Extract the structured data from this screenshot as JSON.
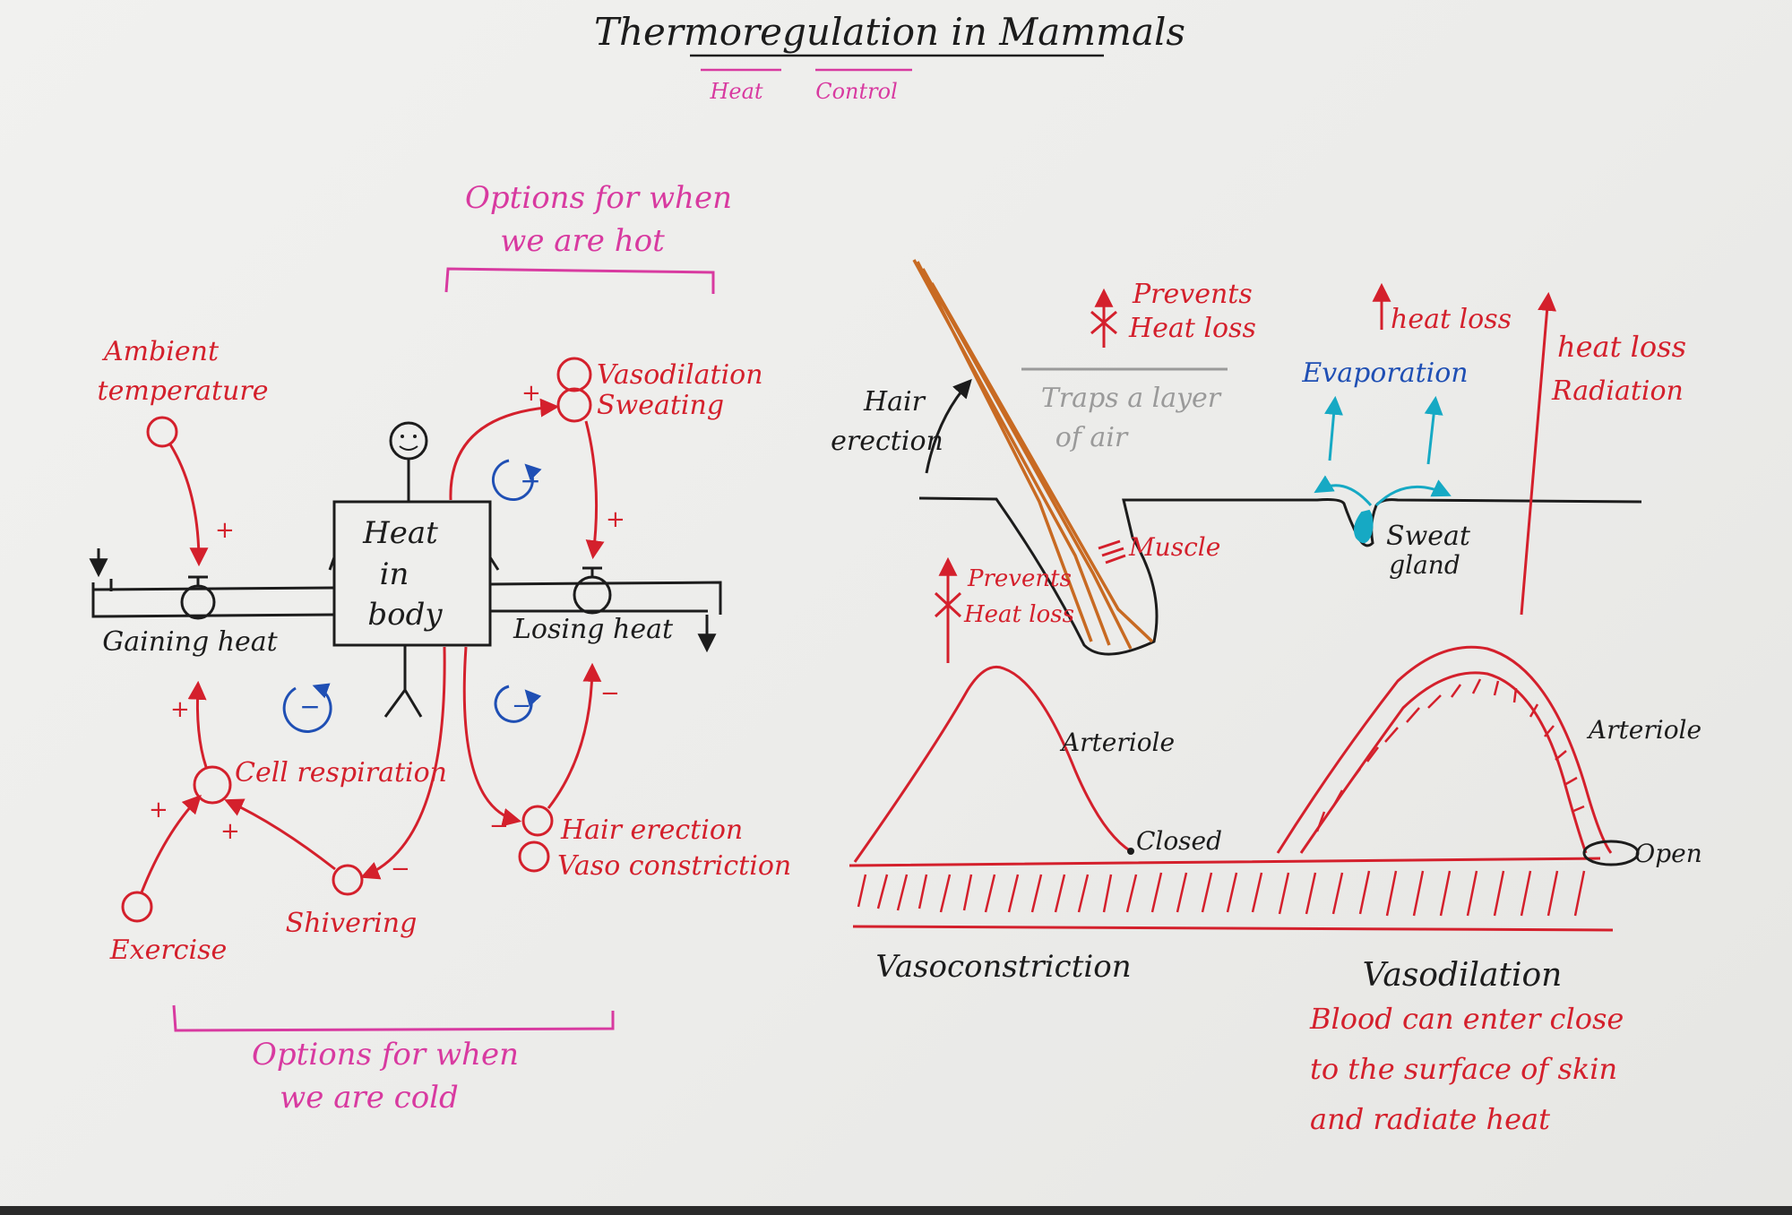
{
  "title": "Thermoregulation in Mammals",
  "subtitle": {
    "left": "Heat",
    "right": "Control"
  },
  "colors": {
    "black": "#1c1c1c",
    "red": "#d4202c",
    "pink": "#d83aa0",
    "blue": "#1f4fb4",
    "teal": "#16a9c4",
    "orange": "#c86a22",
    "gray": "#9a9a9a"
  },
  "loop": {
    "hot_caption": [
      "Options for when",
      "we are hot"
    ],
    "cold_caption": [
      "Options for when",
      "we are cold"
    ],
    "stock": [
      "Heat",
      "in",
      "body"
    ],
    "flow_in": "Gaining heat",
    "flow_out": "Losing heat",
    "ambient": [
      "Ambient",
      "temperature"
    ],
    "vasodilation": "Vasodilation",
    "sweating": "Sweating",
    "cell_respiration": "Cell respiration",
    "exercise": "Exercise",
    "shivering": "Shivering",
    "hair_erection": "Hair erection",
    "vasoconstriction": "Vaso constriction",
    "plus": "+",
    "minus": "−",
    "loop_marker": "−"
  },
  "skin": {
    "hair": [
      "Hair",
      "erection"
    ],
    "prevents_top": [
      "Prevents",
      "Heat loss"
    ],
    "prevents_bottom": [
      "Prevents",
      "Heat loss"
    ],
    "traps": [
      "Traps a layer",
      "of air"
    ],
    "muscle": "Muscle",
    "heat_loss": "heat loss",
    "evaporation": "Evaporation",
    "sweat_gland": [
      "Sweat",
      "gland"
    ],
    "heat_loss_radiation": [
      "heat loss",
      "Radiation"
    ]
  },
  "vessels": {
    "arteriole_left": "Arteriole",
    "arteriole_right": "Arteriole",
    "closed": "Closed",
    "open": "Open",
    "vasoconstriction": "Vasoconstriction",
    "vasodilation": "Vasodilation",
    "note": [
      "Blood can enter close",
      "to the surface of skin",
      "and radiate heat"
    ]
  }
}
